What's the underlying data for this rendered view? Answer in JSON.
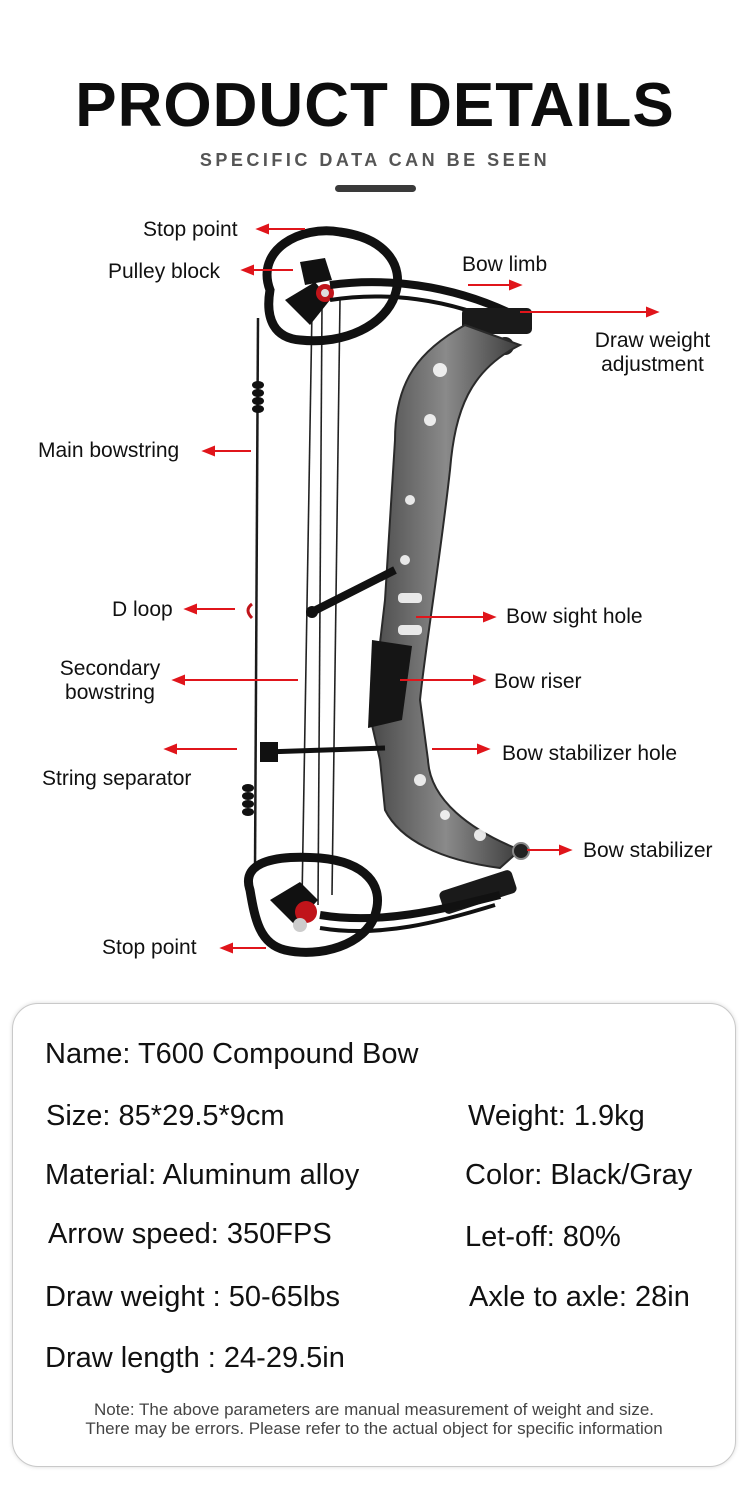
{
  "header": {
    "title": "PRODUCT DETAILS",
    "subtitle": "SPECIFIC DATA CAN BE SEEN"
  },
  "callouts": {
    "stop_point_top": "Stop point",
    "pulley_block": "Pulley block",
    "bow_limb": "Bow limb",
    "draw_weight_adjustment_1": "Draw weight",
    "draw_weight_adjustment_2": "adjustment",
    "main_bowstring": "Main bowstring",
    "d_loop": "D loop",
    "bow_sight_hole": "Bow sight hole",
    "secondary_bowstring_1": "Secondary",
    "secondary_bowstring_2": "bowstring",
    "bow_riser": "Bow riser",
    "string_separator": "String separator",
    "bow_stabilizer_hole": "Bow stabilizer hole",
    "bow_stabilizer": "Bow stabilizer",
    "stop_point_bottom": "Stop point"
  },
  "specs": {
    "name": "Name: T600 Compound  Bow",
    "size": "Size: 85*29.5*9cm",
    "weight": "Weight: 1.9kg",
    "material": "Material: Aluminum alloy",
    "color": "Color: Black/Gray",
    "arrow_speed": "Arrow speed: 350FPS",
    "let_off": "Let-off: 80%",
    "draw_weight": "Draw weight : 50-65lbs",
    "axle_to_axle": "Axle to axle: 28in",
    "draw_length": "Draw length : 24-29.5in"
  },
  "note": {
    "line1": "Note: The above parameters are manual measurement of weight and size.",
    "line2": "There may be errors. Please refer to the actual object for specific information"
  },
  "colors": {
    "arrow": "#e0151b",
    "bow_black": "#111111",
    "riser_gray": "#6d6d6d",
    "cam_red": "#c0141a"
  }
}
